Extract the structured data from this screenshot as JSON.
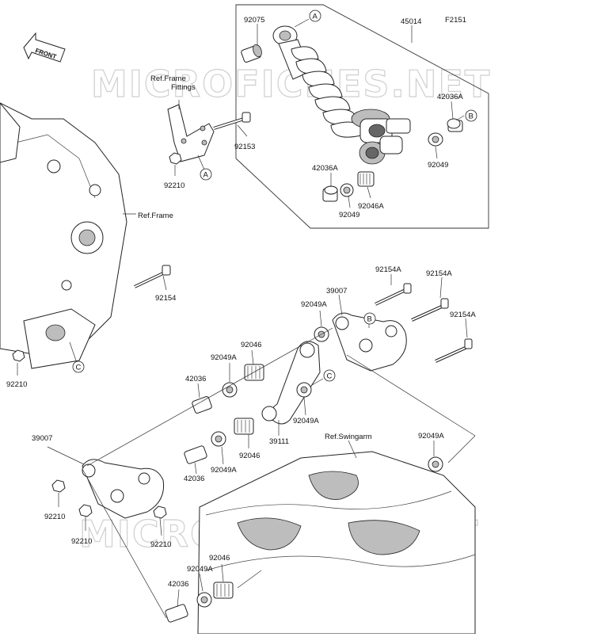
{
  "diagram": {
    "figure_code": "F2151",
    "watermark": "MICROFICHES.NET",
    "direction_label": "FRONT",
    "reference_labels": {
      "frame_fittings_line1": "Ref.Frame",
      "frame_fittings_line2": "Fittings",
      "frame": "Ref.Frame",
      "swingarm": "Ref.Swingarm"
    },
    "callouts": {
      "a_top": "A",
      "b_top": "B",
      "a_fittings": "A",
      "b_linkage": "B",
      "c_frame": "C",
      "c_linkage": "C"
    },
    "part_labels": {
      "p92075": "92075",
      "p45014": "45014",
      "p42036A_right": "42036A",
      "p92049_right": "92049",
      "p42036A_left": "42036A",
      "p92046A": "92046A",
      "p92049_lower": "92049",
      "p92153": "92153",
      "p92210_fittings": "92210",
      "p92154_frame": "92154",
      "p92210_frame": "92210",
      "p92154A_1": "92154A",
      "p92154A_2": "92154A",
      "p92154A_3": "92154A",
      "p39007_right": "39007",
      "p92049A_rocker": "92049A",
      "p92046_upper": "92046",
      "p92049A_upper": "92049A",
      "p42036_upper": "42036",
      "p92049A_rodmid": "92049A",
      "p39111": "39111",
      "p92046_mid": "92046",
      "p92049A_mid": "92049A",
      "p42036_mid": "42036",
      "p39007_left": "39007",
      "p92210_a": "92210",
      "p92210_b": "92210",
      "p92210_c": "92210",
      "p92049A_swing": "92049A",
      "p92046_lower": "92046",
      "p92049A_lower": "92049A",
      "p42036_lower": "42036"
    }
  }
}
